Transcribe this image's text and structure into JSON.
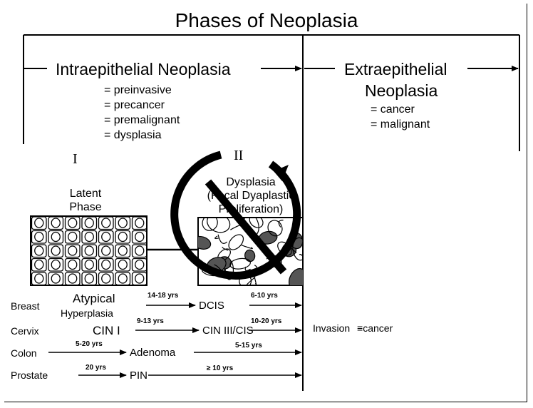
{
  "title": "Phases of Neoplasia",
  "intraepithelial": {
    "heading": "Intraepithelial   Neoplasia",
    "synonyms": [
      "= preinvasive",
      "= precancer",
      "= premalignant",
      "= dysplasia"
    ]
  },
  "extraepithelial": {
    "heading_line1": "Extraepithelial",
    "heading_line2": "Neoplasia",
    "synonyms": [
      "= cancer",
      "= malignant"
    ]
  },
  "phase_one": {
    "numeral": "I",
    "label_line1": "Latent",
    "label_line2": "Phase"
  },
  "phase_two": {
    "numeral": "II",
    "label_line1": "Dysplasia",
    "label_line2": "(Focal Dyaplastic",
    "label_line3": "Proliferation)"
  },
  "organs": {
    "breast": {
      "name": "Breast",
      "precursor_line1": "Atypical",
      "precursor_line2": "Hyperplasia",
      "interval1": "14-18 yrs",
      "lesion": "DCIS",
      "interval2": "6-10 yrs"
    },
    "cervix": {
      "name": "Cervix",
      "precursor": "CIN I",
      "interval1": "9-13 yrs",
      "lesion": "CIN III/CIS",
      "interval2": "10-20 yrs"
    },
    "colon": {
      "name": "Colon",
      "interval1": "5-20 yrs",
      "lesion": "Adenoma",
      "interval2": "5-15 yrs"
    },
    "prostate": {
      "name": "Prostate",
      "interval1": "20 yrs",
      "lesion": "PIN",
      "interval2": "≥ 10 yrs"
    }
  },
  "invasion": {
    "label": "Invasion",
    "equiv_symbol": "≡",
    "result": "cancer"
  }
}
